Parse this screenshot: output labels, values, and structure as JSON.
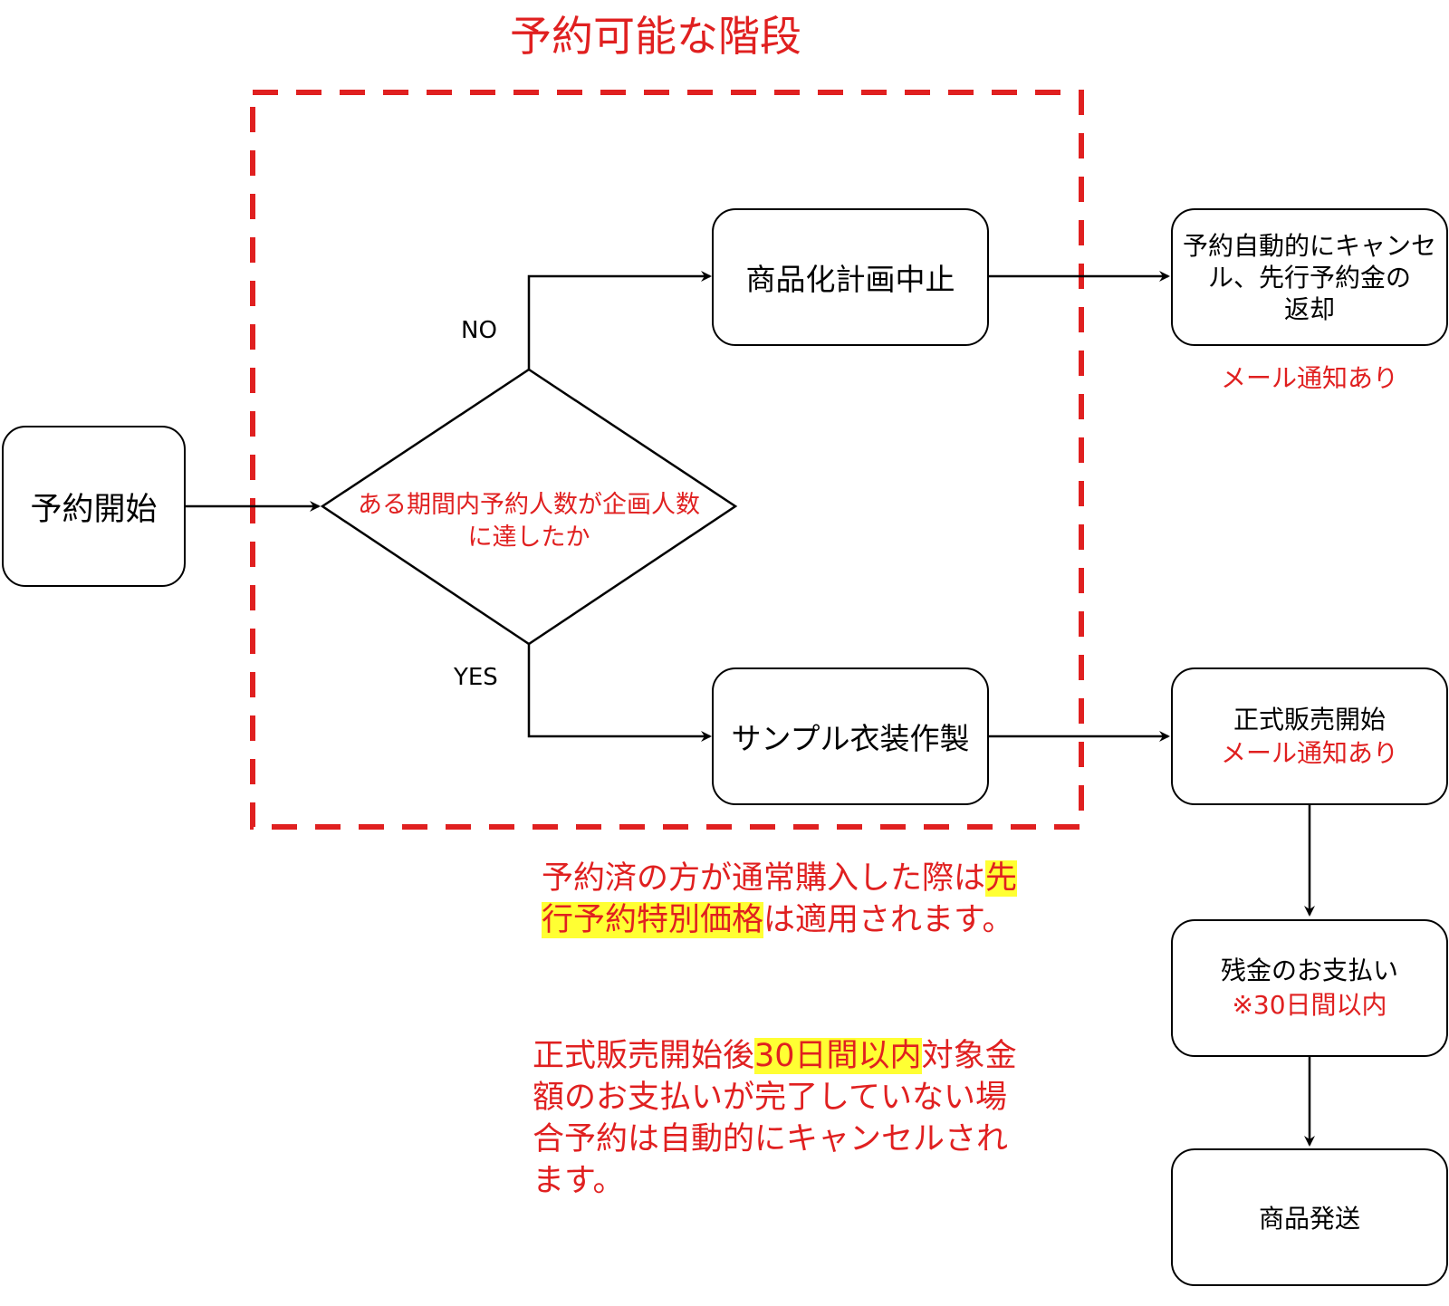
{
  "title": "予約可能な階段",
  "nodes": {
    "start": "予約開始",
    "decision": [
      "ある期間内予約人数が企画人数",
      "に達したか"
    ],
    "cancel_plan": "商品化計画中止",
    "sample": "サンプル衣装作製",
    "auto_cancel": [
      "予約自動的にキャンセ",
      "ル、先行予約金の",
      "返却"
    ],
    "sale_start": "正式販売開始",
    "sale_start_note": "メール通知あり",
    "balance": "残金のお支払い",
    "balance_note": "※30日間以内",
    "ship": "商品発送"
  },
  "edges": {
    "no": "NO",
    "yes": "YES"
  },
  "mail_notice": "メール通知あり",
  "note1": {
    "l1_a": "予約済の方が通常購入した際は",
    "l1_b": "先",
    "l2_a": "行予約特別価格",
    "l2_b": "は適用されます。"
  },
  "note2": {
    "l1_a": "正式販売開始後",
    "l1_b": "30日間以内",
    "l1_c": "対象金",
    "l2": "額のお支払いが完了していない場",
    "l3": "合予約は自動的にキャンセルされ",
    "l4": "ます。"
  },
  "colors": {
    "accent_red": "#e02020",
    "highlight": "#ffff33",
    "line": "#000000"
  }
}
